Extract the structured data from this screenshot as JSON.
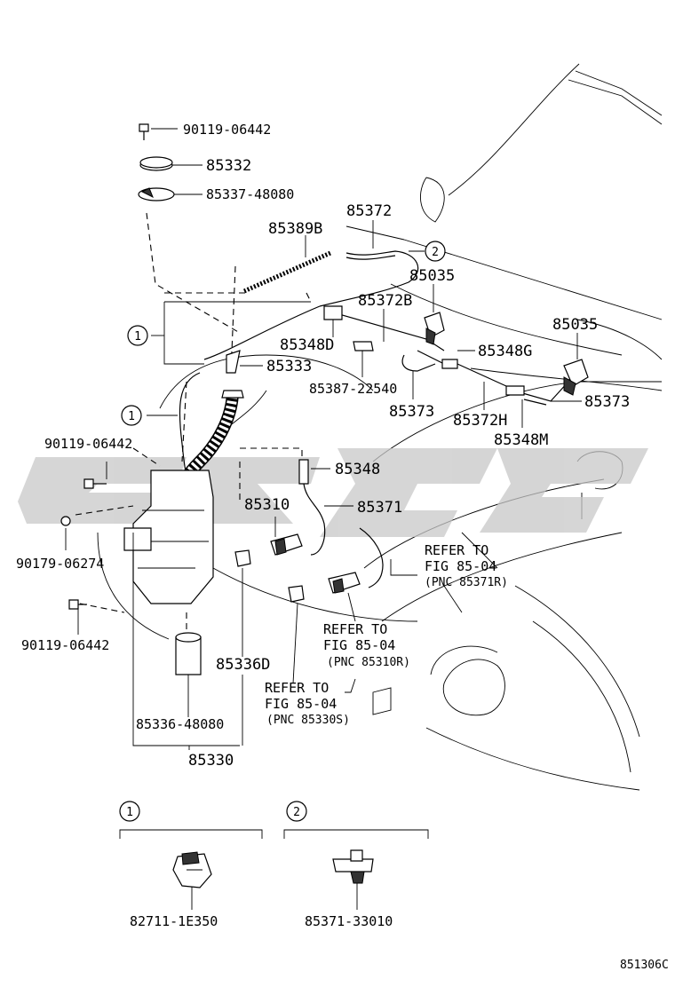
{
  "labels": {
    "p_90119_top": "90119-06442",
    "p_85332": "85332",
    "p_85337": "85337-48080",
    "p_85372": "85372",
    "p_85389b": "85389B",
    "p_85035_a": "85035",
    "p_85372b": "85372B",
    "p_85035_b": "85035",
    "p_85348d": "85348D",
    "p_85348g": "85348G",
    "p_85333": "85333",
    "p_85387": "85387-22540",
    "p_85373_a": "85373",
    "p_85372h": "85372H",
    "p_85373_b": "85373",
    "p_85348m": "85348M",
    "p_90119_mid": "90119-06442",
    "p_85348": "85348",
    "p_85310": "85310",
    "p_85371": "85371",
    "p_90179": "90179-06274",
    "p_90119_low": "90119-06442",
    "p_85336d": "85336D",
    "p_85336": "85336-48080",
    "p_85330": "85330",
    "p_82711": "82711-1E350",
    "p_85371_33010": "85371-33010",
    "figure_code": "851306C"
  },
  "refs": {
    "ref1": [
      "REFER TO",
      "FIG 85-04",
      "(PNC 85371R)"
    ],
    "ref2": [
      "REFER TO",
      "FIG 85-04",
      "(PNC 85310R)"
    ],
    "ref3": [
      "REFER TO",
      "FIG 85-04",
      "(PNC 85330S)"
    ]
  },
  "callouts": {
    "c1": "1",
    "c2": "2"
  },
  "watermark": {
    "color": "#c8c8c8"
  }
}
